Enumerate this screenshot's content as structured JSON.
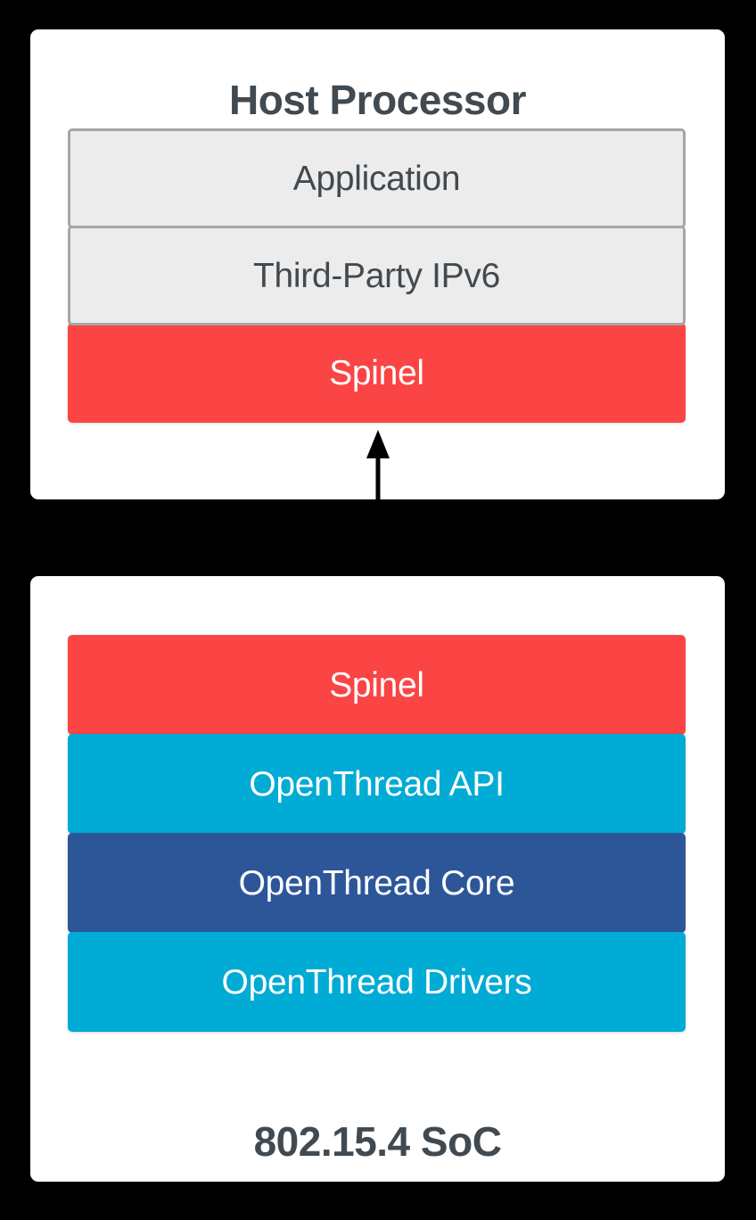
{
  "diagram": {
    "type": "layered-architecture",
    "background_color": "#000000",
    "card_color": "#ffffff",
    "title_color": "#414a51",
    "colors": {
      "spinel": "#fb4444",
      "openthread_api": "#00abd5",
      "openthread_core": "#2d5699",
      "openthread_drivers": "#00abd5",
      "plain_box_fill": "#ececec",
      "plain_box_border": "#a6a6a6",
      "arrow": "#000000"
    },
    "host_card": {
      "title": "Host Processor",
      "layers": [
        {
          "label": "Application",
          "style": "plain"
        },
        {
          "label": "Third-Party IPv6",
          "style": "plain"
        },
        {
          "label": "Spinel",
          "style": "red"
        }
      ]
    },
    "soc_card": {
      "title": "802.15.4 SoC",
      "layers": [
        {
          "label": "Spinel",
          "style": "red"
        },
        {
          "label": "OpenThread API",
          "style": "cyan"
        },
        {
          "label": "OpenThread Core",
          "style": "blue"
        },
        {
          "label": "OpenThread Drivers",
          "style": "cyan"
        }
      ]
    },
    "connector": {
      "name": "spinel-link",
      "direction": "bidirectional",
      "from": "Host Processor Spinel",
      "to": "802.15.4 SoC Spinel"
    }
  }
}
